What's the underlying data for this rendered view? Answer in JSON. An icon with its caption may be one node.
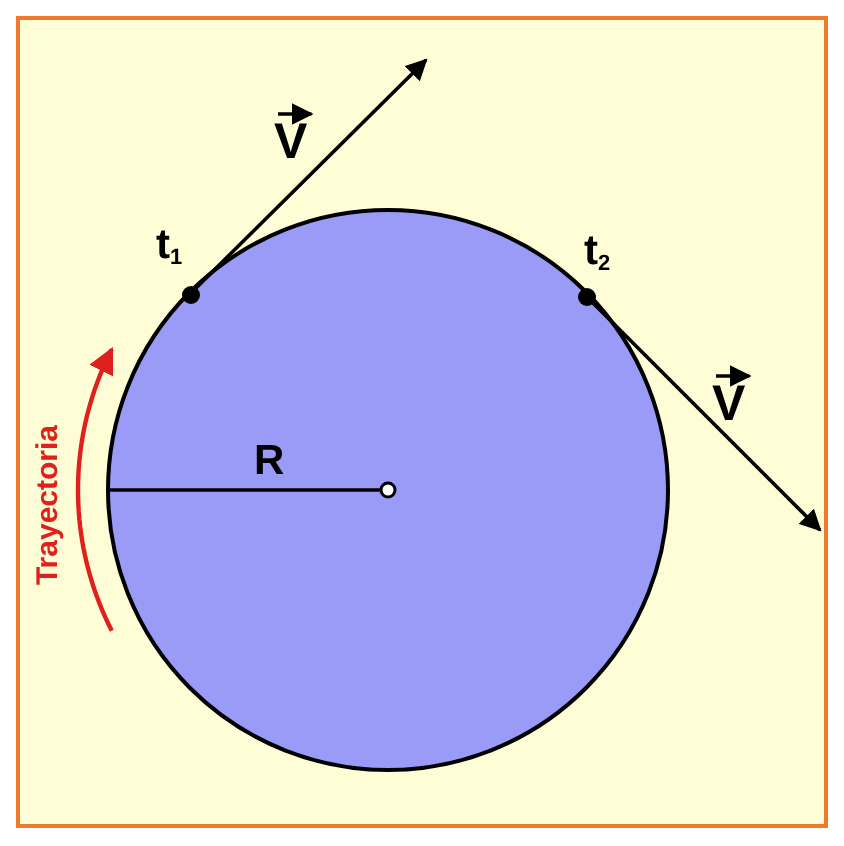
{
  "diagram": {
    "nodes": [
      {
        "text": [],
        "shape": "circle",
        "beside": [
          "t$_{1}$"
        ]
      },
      {
        "text": [],
        "shape": "circle",
        "beside": [
          "t$_{2}$"
        ]
      }
    ],
    "edges": [
      {
        "from": 0,
        "to": null,
        "arrow": "to",
        "label": "V"
      },
      {
        "from": 1,
        "to": null,
        "arrow": "to",
        "label": "V"
      }
    ],
    "labels": [
      "R",
      "Trayectoria"
    ]
  }
}
